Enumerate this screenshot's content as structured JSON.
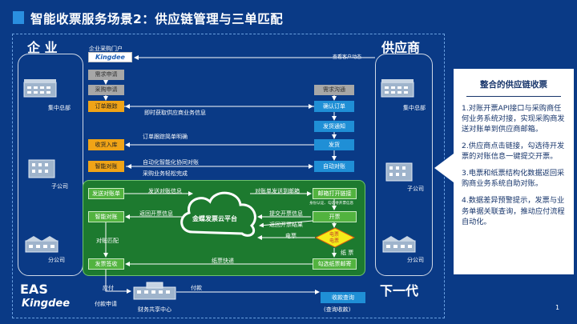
{
  "title": "智能收票服务场景2：供应链管理与三单匹配",
  "left_col": {
    "heading": "企 业",
    "sites": [
      "集中总部",
      "子公司",
      "分公司"
    ]
  },
  "right_col": {
    "heading": "供应商",
    "sites": [
      "集中总部",
      "子公司",
      "分公司"
    ]
  },
  "portal": {
    "label": "企业采购门户",
    "logo": "Kingdee"
  },
  "left_flow": [
    "需求申请",
    "采购申请",
    "订单跟踪",
    "收货入库",
    "智能对账"
  ],
  "right_flow": [
    "需求沟通",
    "确认订单",
    "发货通知",
    "发货",
    "自动对账"
  ],
  "arrow_labels": {
    "view_customer": "查看客户动态",
    "realtime": "即时获取供应商业务信息",
    "order_track": "订单跟踪简单明确",
    "auto_reconcile": "自动化智能化协同对账",
    "purchase": "采购业务轻松完成"
  },
  "cloud_platform": "金蝶发票云平台",
  "green_panel": {
    "left_boxes": [
      "发送对账单",
      "智能对账",
      "发票签收"
    ],
    "right_boxes": [
      "邮箱打开链接",
      "开票",
      "勾选纸票邮寄"
    ],
    "diamond": [
      "电票",
      "电票"
    ],
    "labels": {
      "send_recon": "发送对账信息",
      "recon_link": "对账单发送到邮箱",
      "identity": "身份认证、勾选待开票信息",
      "return_info": "返回开票信息",
      "submit_info": "提交开票信息",
      "return_result": "返回开票结果",
      "match": "对账匹配",
      "e_invoice": "电票",
      "paper": "纸 票",
      "paper_mail": "纸票快递"
    }
  },
  "bottom": {
    "eas": "EAS",
    "kingdee": "Kingdee",
    "pay": "应付",
    "pay_req": "付款申请",
    "payment": "付款",
    "fssc": "财务共享中心",
    "collect": "收款查询",
    "collect_sub": "(查询收款)",
    "next": "下一代"
  },
  "sidebar": {
    "heading": "整合的供应链收票",
    "points": [
      "1.对账开票API接口与采购商任何业务系统对接，实现采购商发送对账单到供应商邮箱。",
      "2.供应商点击链接，勾选待开发票的对账信息一键提交开票。",
      "3.电票和纸票结构化数据返回采购商业务系统自助对账。",
      "4.数据差异预警提示，发票与业务单据关联查询，推动应付流程自动化。"
    ]
  },
  "page_number": "1",
  "colors": {
    "background": "#0a3a86",
    "orange": "#f0a417",
    "blue": "#1f8fd6",
    "green": "#52b33f",
    "grey": "#a7a7a7",
    "panel": "#1d7a2f"
  }
}
